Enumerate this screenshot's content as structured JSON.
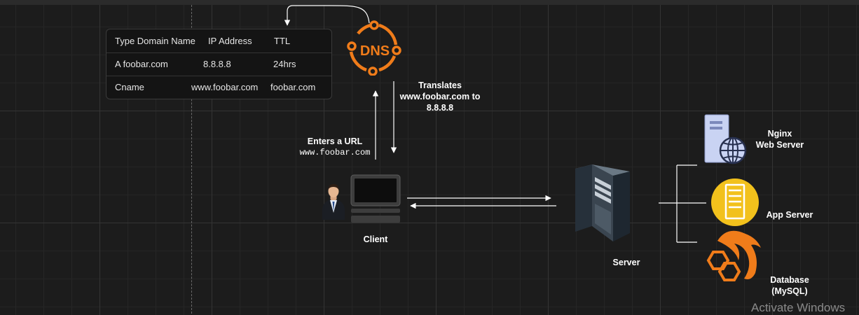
{
  "dns_table": {
    "header": [
      "Type Domain Name",
      "IP Address",
      "TTL"
    ],
    "rows": [
      [
        "A foobar.com",
        "8.8.8.8",
        "24hrs"
      ],
      [
        "Cname",
        "www.foobar.com",
        "foobar.com"
      ]
    ]
  },
  "dns_icon": {
    "text": "DNS",
    "icon": "dns-network-icon",
    "color": "#f07c1a"
  },
  "labels": {
    "translates_line1": "Translates",
    "translates_line2": "www.foobar.com to",
    "translates_line3": "8.8.8.8",
    "enters_line1": "Enters a URL",
    "enters_line2": "www.foobar.com",
    "client": "Client",
    "server": "Server",
    "nginx_line1": "Nginx",
    "nginx_line2": "Web Server",
    "app_server": "App Server",
    "database_line1": "Database",
    "database_line2": "(MySQL)"
  },
  "watermark": "Activate Windows",
  "colors": {
    "accent_orange": "#f07c1a",
    "app_yellow": "#f2c11c",
    "web_server_blue": "#c9d3f3"
  }
}
